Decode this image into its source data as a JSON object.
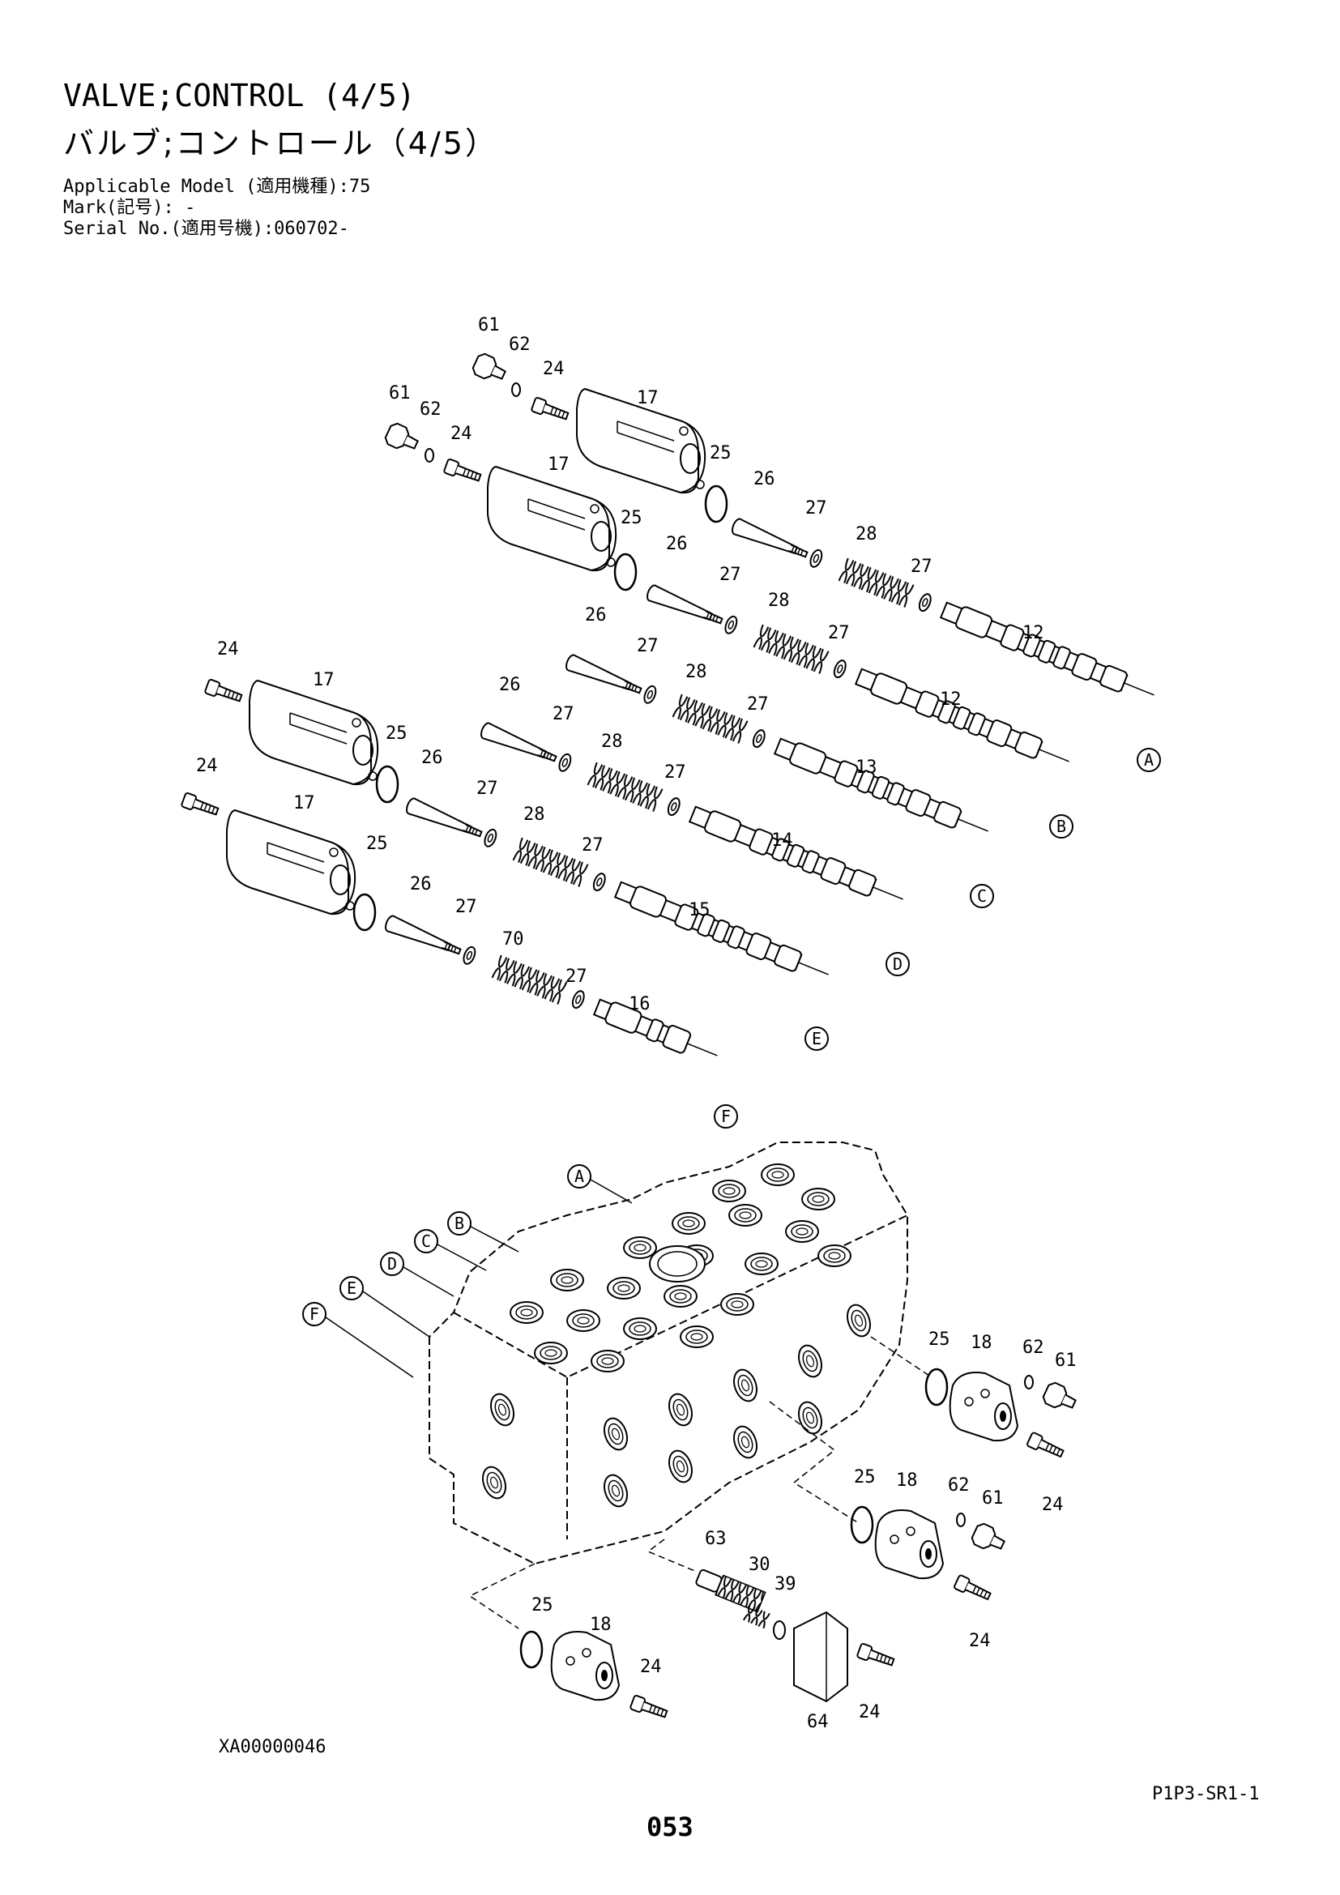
{
  "header": {
    "title_en": "VALVE;CONTROL (4/5)",
    "title_jp": "バルブ;コントロール（4/5）",
    "applicable_model": "Applicable Model (適用機種):75",
    "mark": "Mark(記号): -",
    "serial_no": "Serial No.(適用号機):060702-"
  },
  "diagram": {
    "callouts": {
      "c61a": "61",
      "c62a": "62",
      "c24a": "24",
      "c17a": "17",
      "c25a": "25",
      "c26a": "26",
      "c27a": "27",
      "c28a": "28",
      "c27a2": "27",
      "c12a": "12",
      "c61b": "61",
      "c62b": "62",
      "c24b": "24",
      "c17b": "17",
      "c25b": "25",
      "c26b": "26",
      "c27b": "27",
      "c28b": "28",
      "c27b2": "27",
      "c12b": "12",
      "c26c": "26",
      "c27c": "27",
      "c28c": "28",
      "c27c2": "27",
      "c13": "13",
      "c24d": "24",
      "c17d": "17",
      "c25d": "25",
      "c26d": "26",
      "c27d": "27",
      "c28d": "28",
      "c27d2": "27",
      "c14": "14",
      "c26e": "26",
      "c27e": "27",
      "c28e": "28",
      "c27e2": "27",
      "c15": "15",
      "c24f": "24",
      "c17f": "17",
      "c25f": "25",
      "c26f": "26",
      "c27f": "27",
      "c70": "70",
      "c27f2": "27",
      "c16": "16",
      "r25a": "25",
      "r18a": "18",
      "r62a": "62",
      "r61a": "61",
      "r24a": "24",
      "r25b": "25",
      "r18b": "18",
      "r62b": "62",
      "r61b": "61",
      "r24b": "24",
      "b63": "63",
      "b30": "30",
      "b39": "39",
      "b64": "64",
      "b24": "24",
      "l25": "25",
      "l18": "18",
      "l24": "24"
    },
    "port_labels": [
      "A",
      "B",
      "C",
      "D",
      "E",
      "F"
    ]
  },
  "footer": {
    "drawing_code": "XA00000046",
    "page_code": "P1P3-SR1-1",
    "page_number": "053"
  }
}
